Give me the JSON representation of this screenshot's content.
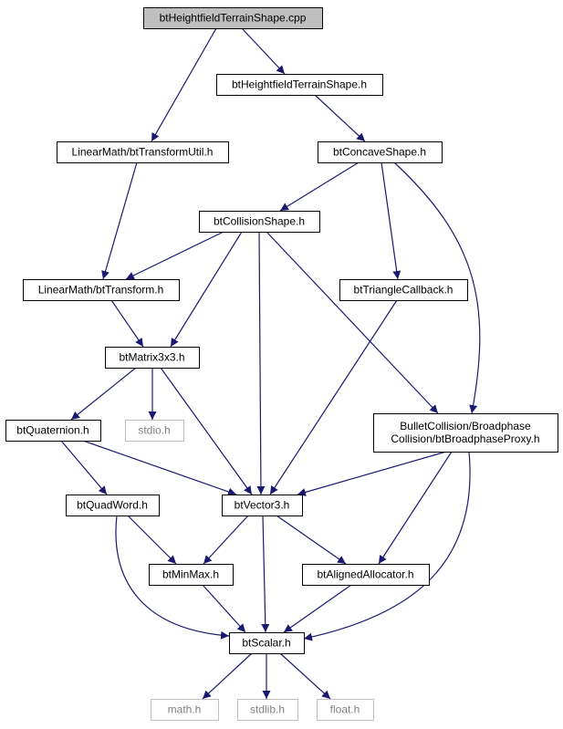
{
  "colors": {
    "edge": "#191970",
    "node_border": "#000000",
    "node_fill": "#ffffff",
    "root_fill": "#bfbfbf",
    "external_border": "#bfbfbf",
    "external_text": "#7f7f7f",
    "text": "#000000"
  },
  "nodes": [
    {
      "id": "heightfield-cpp",
      "lines": [
        "btHeightfieldTerrainShape.cpp"
      ],
      "style": "root"
    },
    {
      "id": "heightfield-h",
      "lines": [
        "btHeightfieldTerrainShape.h"
      ],
      "style": "normal"
    },
    {
      "id": "transform-util",
      "lines": [
        "LinearMath/btTransformUtil.h"
      ],
      "style": "normal"
    },
    {
      "id": "concave-shape",
      "lines": [
        "btConcaveShape.h"
      ],
      "style": "normal"
    },
    {
      "id": "collision-shape",
      "lines": [
        "btCollisionShape.h"
      ],
      "style": "normal"
    },
    {
      "id": "transform",
      "lines": [
        "LinearMath/btTransform.h"
      ],
      "style": "normal"
    },
    {
      "id": "triangle-callback",
      "lines": [
        "btTriangleCallback.h"
      ],
      "style": "normal"
    },
    {
      "id": "matrix3x3",
      "lines": [
        "btMatrix3x3.h"
      ],
      "style": "normal"
    },
    {
      "id": "quaternion",
      "lines": [
        "btQuaternion.h"
      ],
      "style": "normal"
    },
    {
      "id": "stdio",
      "lines": [
        "stdio.h"
      ],
      "style": "external"
    },
    {
      "id": "broadphase-proxy",
      "lines": [
        "BulletCollision/Broadphase",
        "Collision/btBroadphaseProxy.h"
      ],
      "style": "normal"
    },
    {
      "id": "quadword",
      "lines": [
        "btQuadWord.h"
      ],
      "style": "normal"
    },
    {
      "id": "vector3",
      "lines": [
        "btVector3.h"
      ],
      "style": "normal"
    },
    {
      "id": "minmax",
      "lines": [
        "btMinMax.h"
      ],
      "style": "normal"
    },
    {
      "id": "aligned-allocator",
      "lines": [
        "btAlignedAllocator.h"
      ],
      "style": "normal"
    },
    {
      "id": "scalar",
      "lines": [
        "btScalar.h"
      ],
      "style": "normal"
    },
    {
      "id": "math",
      "lines": [
        "math.h"
      ],
      "style": "external"
    },
    {
      "id": "stdlib",
      "lines": [
        "stdlib.h"
      ],
      "style": "external"
    },
    {
      "id": "float",
      "lines": [
        "float.h"
      ],
      "style": "external"
    }
  ],
  "edges": [
    [
      "heightfield-cpp",
      "heightfield-h"
    ],
    [
      "heightfield-cpp",
      "transform-util"
    ],
    [
      "heightfield-h",
      "concave-shape"
    ],
    [
      "transform-util",
      "transform"
    ],
    [
      "concave-shape",
      "collision-shape"
    ],
    [
      "concave-shape",
      "triangle-callback"
    ],
    [
      "concave-shape",
      "broadphase-proxy"
    ],
    [
      "collision-shape",
      "transform"
    ],
    [
      "collision-shape",
      "matrix3x3"
    ],
    [
      "collision-shape",
      "vector3"
    ],
    [
      "collision-shape",
      "broadphase-proxy"
    ],
    [
      "transform",
      "matrix3x3"
    ],
    [
      "triangle-callback",
      "vector3"
    ],
    [
      "matrix3x3",
      "quaternion"
    ],
    [
      "matrix3x3",
      "stdio"
    ],
    [
      "matrix3x3",
      "vector3"
    ],
    [
      "quaternion",
      "quadword"
    ],
    [
      "quaternion",
      "vector3"
    ],
    [
      "broadphase-proxy",
      "vector3"
    ],
    [
      "broadphase-proxy",
      "aligned-allocator"
    ],
    [
      "broadphase-proxy",
      "scalar"
    ],
    [
      "quadword",
      "minmax"
    ],
    [
      "quadword",
      "scalar"
    ],
    [
      "vector3",
      "minmax"
    ],
    [
      "vector3",
      "aligned-allocator"
    ],
    [
      "vector3",
      "scalar"
    ],
    [
      "minmax",
      "scalar"
    ],
    [
      "aligned-allocator",
      "scalar"
    ],
    [
      "scalar",
      "math"
    ],
    [
      "scalar",
      "stdlib"
    ],
    [
      "scalar",
      "float"
    ]
  ]
}
